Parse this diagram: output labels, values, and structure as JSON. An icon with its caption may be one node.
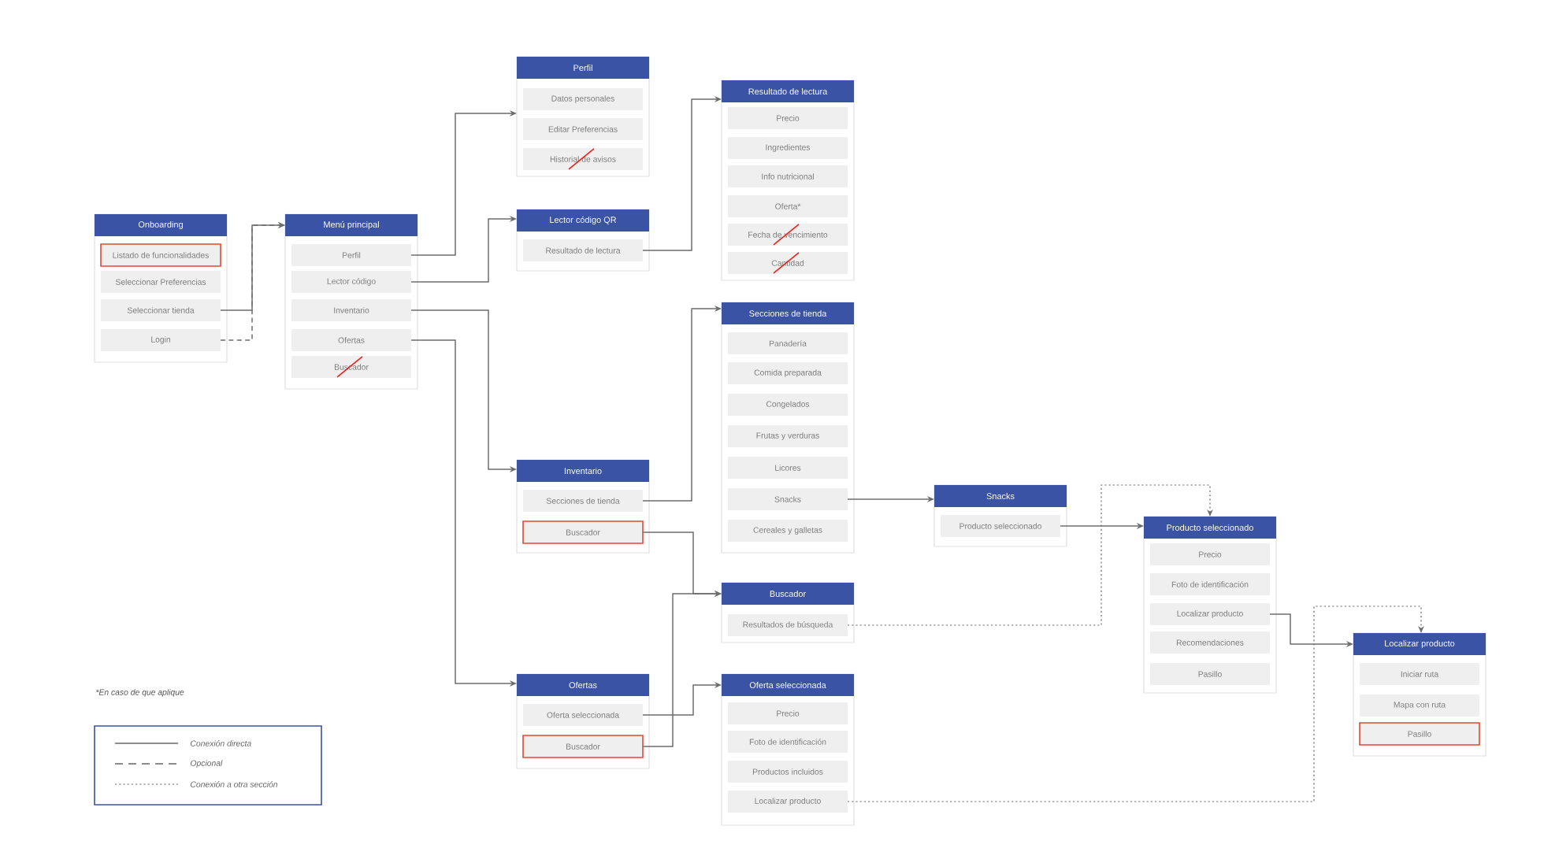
{
  "diagram": {
    "nodes": [
      {
        "text": [
          "Onboarding"
        ]
      },
      {
        "text": [
          "Listado de funcionalidades"
        ],
        "in": 0
      },
      {
        "text": [
          "Seleccionar Preferencias"
        ],
        "in": 0
      },
      {
        "text": [
          "Seleccionar tienda"
        ],
        "in": 0
      },
      {
        "text": [
          "Login"
        ],
        "in": 0
      },
      {
        "text": [
          "Menú principal"
        ]
      },
      {
        "text": [
          "Perfil"
        ],
        "in": 5
      },
      {
        "text": [
          "Lector código"
        ],
        "in": 5
      },
      {
        "text": [
          "Inventario"
        ],
        "in": 5
      },
      {
        "text": [
          "Ofertas"
        ],
        "in": 5
      },
      {
        "text": [
          "Buscador"
        ],
        "in": 5
      },
      {
        "text": [
          "Perfil"
        ]
      },
      {
        "text": [
          "Datos personales"
        ],
        "in": 11
      },
      {
        "text": [
          "Editar Preferencias"
        ],
        "in": 11
      },
      {
        "text": [
          "Historial de avisos"
        ],
        "in": 11
      },
      {
        "text": [
          "Lector código QR"
        ]
      },
      {
        "text": [
          "Resultado de lectura"
        ],
        "in": 15
      },
      {
        "text": [
          "Resultado de lectura"
        ]
      },
      {
        "text": [
          "Precio"
        ],
        "in": 17
      },
      {
        "text": [
          "Ingredientes"
        ],
        "in": 17
      },
      {
        "text": [
          "Info nutricional"
        ],
        "in": 17
      },
      {
        "text": [
          "Oferta*"
        ],
        "in": 17
      },
      {
        "text": [
          "Fecha de vencimiento"
        ],
        "in": 17
      },
      {
        "text": [
          "Cantidad"
        ],
        "in": 17
      },
      {
        "text": [
          "Inventario"
        ]
      },
      {
        "text": [
          "Secciones de tienda"
        ],
        "in": 24
      },
      {
        "text": [
          "Buscador"
        ],
        "in": 24
      },
      {
        "text": [
          "Secciones de tienda"
        ]
      },
      {
        "text": [
          "Panadería"
        ],
        "in": 27
      },
      {
        "text": [
          "Comida preparada"
        ],
        "in": 27
      },
      {
        "text": [
          "Congelados"
        ],
        "in": 27
      },
      {
        "text": [
          "Frutas y verduras"
        ],
        "in": 27
      },
      {
        "text": [
          "Licores"
        ],
        "in": 27
      },
      {
        "text": [
          "Snacks"
        ],
        "in": 27
      },
      {
        "text": [
          "Cereales y galletas"
        ],
        "in": 27
      },
      {
        "text": [
          "Buscador"
        ]
      },
      {
        "text": [
          "Resultados de búsqueda"
        ],
        "in": 35
      },
      {
        "text": [
          "Ofertas"
        ]
      },
      {
        "text": [
          "Oferta seleccionada"
        ],
        "in": 37
      },
      {
        "text": [
          "Buscador"
        ],
        "in": 37
      },
      {
        "text": [
          "Oferta seleccionada"
        ]
      },
      {
        "text": [
          "Precio"
        ],
        "in": 40
      },
      {
        "text": [
          "Foto de identificación"
        ],
        "in": 40
      },
      {
        "text": [
          "Productos incluidos"
        ],
        "in": 40
      },
      {
        "text": [
          "Localizar producto"
        ],
        "in": 40
      },
      {
        "text": [
          "Snacks"
        ]
      },
      {
        "text": [
          "Producto seleccionado"
        ],
        "in": 45
      },
      {
        "text": [
          "Producto seleccionado"
        ]
      },
      {
        "text": [
          "Precio"
        ],
        "in": 47
      },
      {
        "text": [
          "Foto de identificación"
        ],
        "in": 47
      },
      {
        "text": [
          "Localizar producto"
        ],
        "in": 47
      },
      {
        "text": [
          "Recomendaciones"
        ],
        "in": 47
      },
      {
        "text": [
          "Pasillo"
        ],
        "in": 47
      },
      {
        "text": [
          "Localizar producto"
        ]
      },
      {
        "text": [
          "Iniciar ruta"
        ],
        "in": 53
      },
      {
        "text": [
          "Mapa con ruta"
        ],
        "in": 53
      },
      {
        "text": [
          "Pasillo"
        ],
        "in": 53
      }
    ],
    "edges": [
      {
        "from": 3,
        "to": 5,
        "arrow": "to"
      },
      {
        "from": 4,
        "to": 5,
        "arrow": "to",
        "style": "dashed"
      },
      {
        "from": 6,
        "to": 11,
        "arrow": "to"
      },
      {
        "from": 7,
        "to": 15,
        "arrow": "to"
      },
      {
        "from": 8,
        "to": 24,
        "arrow": "to"
      },
      {
        "from": 9,
        "to": 37,
        "arrow": "to"
      },
      {
        "from": 16,
        "to": 17,
        "arrow": "to"
      },
      {
        "from": 25,
        "to": 27,
        "arrow": "to"
      },
      {
        "from": 26,
        "to": 35,
        "arrow": "to"
      },
      {
        "from": 38,
        "to": 40,
        "arrow": "to"
      },
      {
        "from": 39,
        "to": 35,
        "arrow": "to"
      },
      {
        "from": 33,
        "to": 45,
        "arrow": "to"
      },
      {
        "from": 46,
        "to": 47,
        "arrow": "to"
      },
      {
        "from": 36,
        "to": 47,
        "arrow": "to",
        "style": "dashed"
      },
      {
        "from": 50,
        "to": 53,
        "arrow": "to"
      },
      {
        "from": 44,
        "to": 53,
        "arrow": "to",
        "style": "dashed"
      }
    ],
    "labels": [
      "*En caso de que aplique"
    ],
    "legend": [
      {
        "text": "Conexión directa"
      },
      {
        "text": "Opcional"
      },
      {
        "text": "Conexión a otra sección"
      }
    ]
  }
}
